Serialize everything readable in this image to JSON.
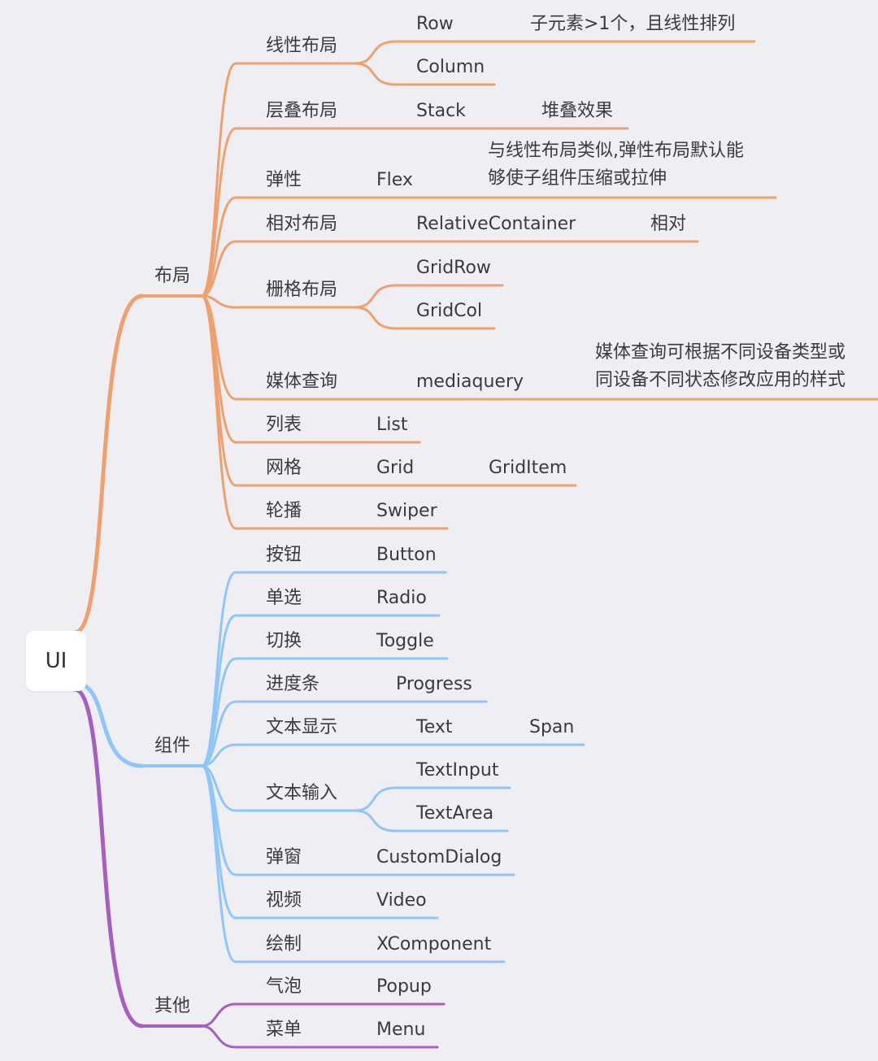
{
  "root": "UI",
  "colors": {
    "layout": "#f0a06c",
    "components": "#8ec6fb",
    "others": "#a75dc1",
    "background": "#efeef3"
  },
  "branches": [
    {
      "label": "布局",
      "color": "#f0a06c",
      "children": [
        {
          "label": "线性布局",
          "children": [
            {
              "label": "Row",
              "children": [
                {
                  "label": "子元素>1个，且线性排列"
                }
              ]
            },
            {
              "label": "Column"
            }
          ]
        },
        {
          "label": "层叠布局",
          "children": [
            {
              "label": "Stack",
              "children": [
                {
                  "label": "堆叠效果"
                }
              ]
            }
          ]
        },
        {
          "label": "弹性",
          "children": [
            {
              "label": "Flex",
              "children": [
                {
                  "label": "与线性布局类似,弹性布局默认能\n够使子组件压缩或拉伸"
                }
              ]
            }
          ]
        },
        {
          "label": "相对布局",
          "children": [
            {
              "label": "RelativeContainer",
              "children": [
                {
                  "label": "相对"
                }
              ]
            }
          ]
        },
        {
          "label": "栅格布局",
          "children": [
            {
              "label": "GridRow"
            },
            {
              "label": "GridCol"
            }
          ]
        },
        {
          "label": "媒体查询",
          "children": [
            {
              "label": "mediaquery",
              "children": [
                {
                  "label": "媒体查询可根据不同设备类型或\n同设备不同状态修改应用的样式"
                }
              ]
            }
          ]
        },
        {
          "label": "列表",
          "children": [
            {
              "label": "List"
            }
          ]
        },
        {
          "label": "网格",
          "children": [
            {
              "label": "Grid",
              "children": [
                {
                  "label": "GridItem"
                }
              ]
            }
          ]
        },
        {
          "label": "轮播",
          "children": [
            {
              "label": "Swiper"
            }
          ]
        }
      ]
    },
    {
      "label": "组件",
      "color": "#8ec6fb",
      "children": [
        {
          "label": "按钮",
          "children": [
            {
              "label": "Button"
            }
          ]
        },
        {
          "label": "单选",
          "children": [
            {
              "label": "Radio"
            }
          ]
        },
        {
          "label": "切换",
          "children": [
            {
              "label": "Toggle"
            }
          ]
        },
        {
          "label": "进度条",
          "children": [
            {
              "label": "Progress"
            }
          ]
        },
        {
          "label": "文本显示",
          "children": [
            {
              "label": "Text",
              "children": [
                {
                  "label": "Span"
                }
              ]
            }
          ]
        },
        {
          "label": "文本输入",
          "children": [
            {
              "label": "TextInput"
            },
            {
              "label": "TextArea"
            }
          ]
        },
        {
          "label": "弹窗",
          "children": [
            {
              "label": "CustomDialog"
            }
          ]
        },
        {
          "label": "视频",
          "children": [
            {
              "label": "Video"
            }
          ]
        },
        {
          "label": "绘制",
          "children": [
            {
              "label": "XComponent"
            }
          ]
        }
      ]
    },
    {
      "label": "其他",
      "color": "#a75dc1",
      "children": [
        {
          "label": "气泡",
          "children": [
            {
              "label": "Popup"
            }
          ]
        },
        {
          "label": "菜单",
          "children": [
            {
              "label": "Menu"
            }
          ]
        }
      ]
    }
  ]
}
